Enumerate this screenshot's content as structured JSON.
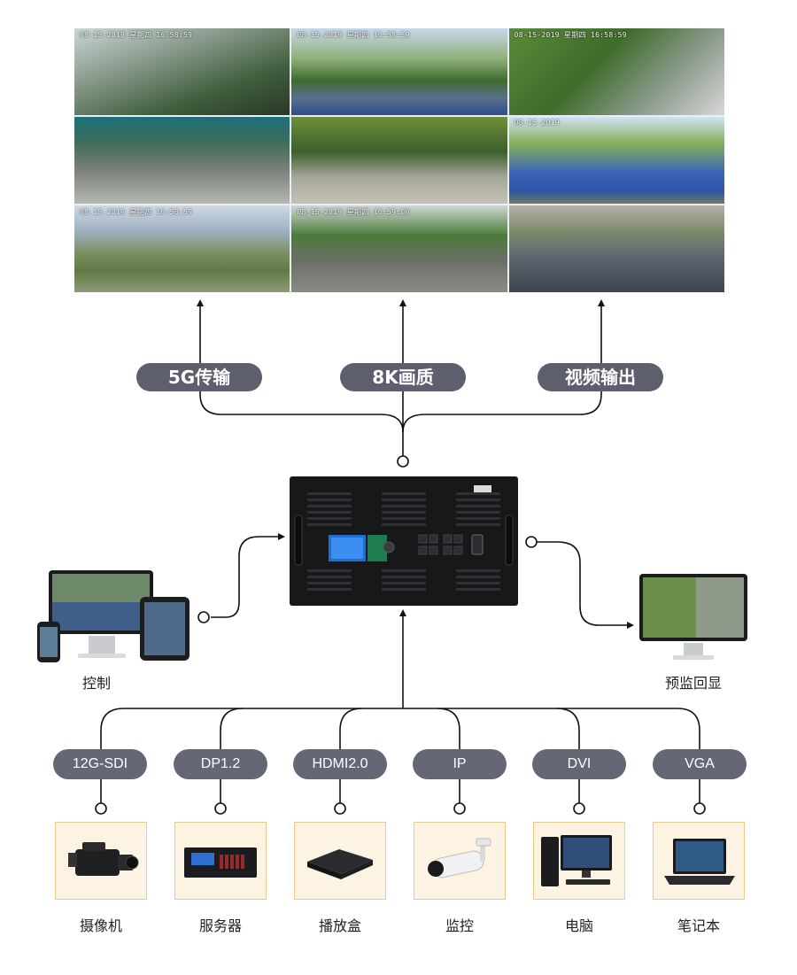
{
  "video_wall": {
    "timestamps": [
      "08-15-2019 星期四 16:58:59",
      "08-15-2019 星期四 16:58:59",
      "08-15-2019 星期四 16:58:59",
      "",
      "",
      "08-15-2019",
      "08-15-2019 星期四 16:58:59",
      "08-15-2019 星期四 16:59:00",
      ""
    ]
  },
  "features": [
    "5G传输",
    "8K画质",
    "视频输出"
  ],
  "controls": {
    "left_label": "控制",
    "right_label": "预监回显"
  },
  "inputs": [
    "12G-SDI",
    "DP1.2",
    "HDMI2.0",
    "IP",
    "DVI",
    "VGA"
  ],
  "sources": [
    "摄像机",
    "服务器",
    "播放盒",
    "监控",
    "电脑",
    "笔记本"
  ],
  "colors": {
    "pill_dark": "#5d5e6e",
    "pill_light": "#656777",
    "card_bg": "#fdf3e2",
    "card_border": "#f0c98a",
    "line": "#111111"
  }
}
